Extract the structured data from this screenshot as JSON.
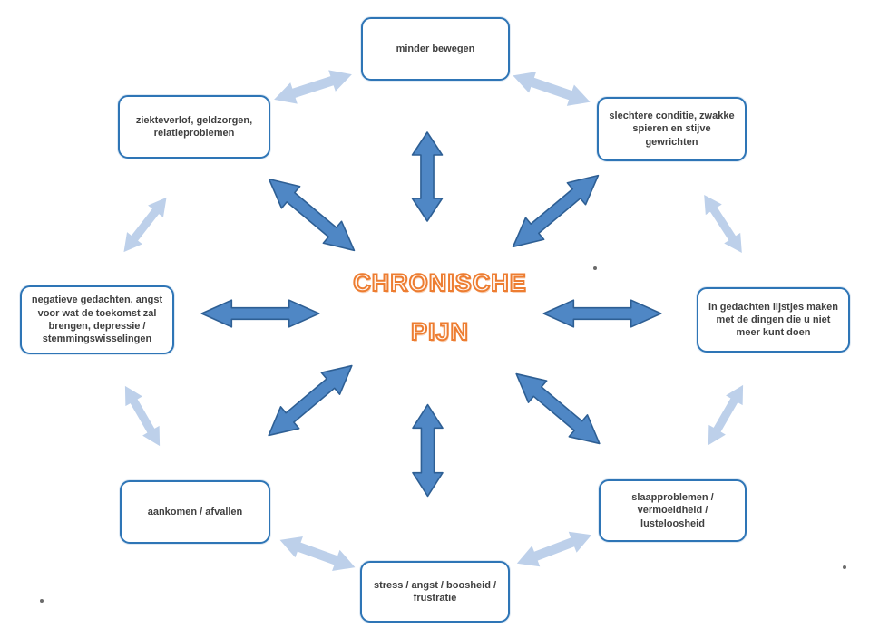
{
  "diagram": {
    "center": {
      "line1": "CHRONISCHE",
      "line2": "PIJN"
    },
    "nodes": [
      {
        "id": "top",
        "label": "minder bewegen"
      },
      {
        "id": "top-right",
        "label": "slechtere conditie, zwakke spieren en stijve gewrichten"
      },
      {
        "id": "right",
        "label": "in gedachten lijstjes maken met de dingen die u niet meer kunt doen"
      },
      {
        "id": "bottom-right",
        "label": "slaapproblemen / vermoeidheid / lusteloosheid"
      },
      {
        "id": "bottom",
        "label": "stress / angst / boosheid / frustratie"
      },
      {
        "id": "bottom-left",
        "label": "aankomen / afvallen"
      },
      {
        "id": "left",
        "label": "negatieve gedachten, angst voor wat de toekomst zal brengen, depressie / stemmingswisselingen"
      },
      {
        "id": "top-left",
        "label": "ziekteverlof, geldzorgen, relatieproblemen"
      }
    ],
    "colors": {
      "box_border": "#2e75b6",
      "text": "#3f3f3f",
      "center_text": "#ed7d31",
      "arrow_dark_fill": "#4f87c5",
      "arrow_dark_stroke": "#2e5f94",
      "arrow_light_fill": "#bdd0ea"
    }
  }
}
